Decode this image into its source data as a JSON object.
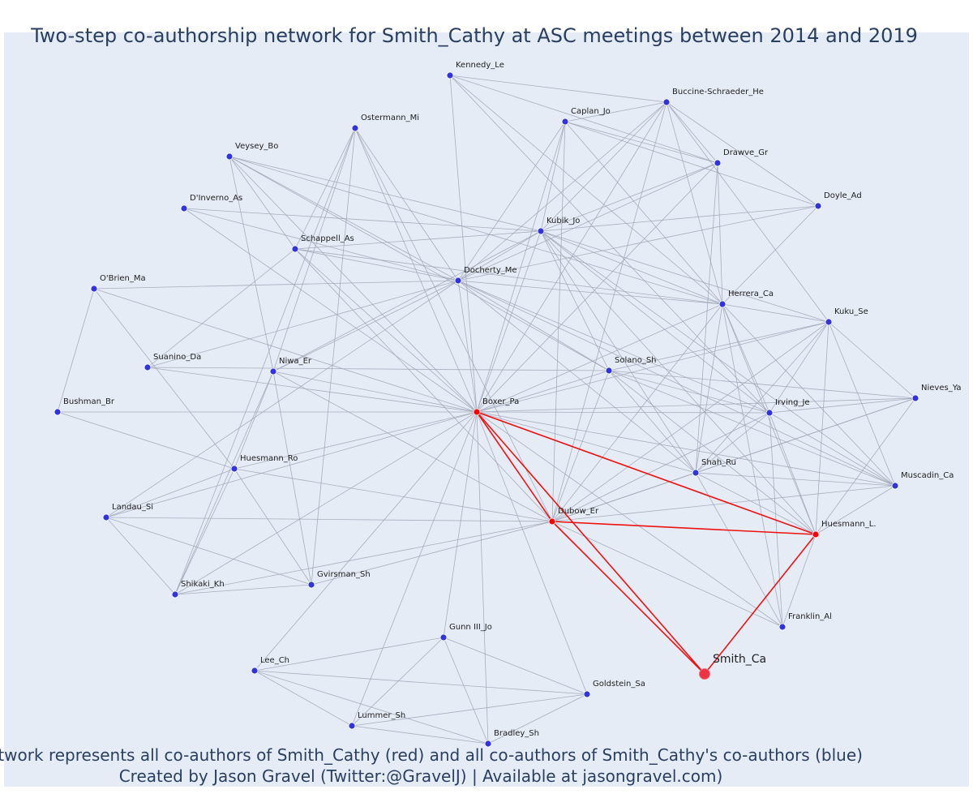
{
  "title": "Two-step co-authorship network for Smith_Cathy at ASC meetings between 2014 and 2019",
  "caption_lines": [
    "Network represents all co-authors of Smith_Cathy (red) and all co-authors of Smith_Cathy's co-authors (blue)",
    "Created by Jason Gravel (Twitter:@GravelJ) | Available at jasongravel.com)"
  ],
  "colors": {
    "coauthor_node": "#ff0000",
    "second_step_node": "#3333dd",
    "focus_node": "#ee3344",
    "coauthor_edge": "#ee1111",
    "other_edge": "#9da3b4"
  },
  "diagram": {
    "nodes": [
      {
        "id": "Kennedy_Le",
        "group": "second"
      },
      {
        "id": "Buccine-Schraeder_He",
        "group": "second"
      },
      {
        "id": "Caplan_Jo",
        "group": "second"
      },
      {
        "id": "Ostermann_Mi",
        "group": "second"
      },
      {
        "id": "Veysey_Bo",
        "group": "second"
      },
      {
        "id": "Drawve_Gr",
        "group": "second"
      },
      {
        "id": "D'Inverno_As",
        "group": "second"
      },
      {
        "id": "Doyle_Ad",
        "group": "second"
      },
      {
        "id": "Kubik_Jo",
        "group": "second"
      },
      {
        "id": "Schappell_As",
        "group": "second"
      },
      {
        "id": "Docherty_Me",
        "group": "second"
      },
      {
        "id": "O'Brien_Ma",
        "group": "second"
      },
      {
        "id": "Herrera_Ca",
        "group": "second"
      },
      {
        "id": "Kuku_Se",
        "group": "second"
      },
      {
        "id": "Suanino_Da",
        "group": "second"
      },
      {
        "id": "Niwa_Er",
        "group": "second"
      },
      {
        "id": "Solano_Sh",
        "group": "second"
      },
      {
        "id": "Nieves_Ya",
        "group": "second"
      },
      {
        "id": "Bushman_Br",
        "group": "second"
      },
      {
        "id": "Boxer_Pa",
        "group": "coauthor"
      },
      {
        "id": "Irving_Je",
        "group": "second"
      },
      {
        "id": "Huesmann_Ro",
        "group": "second"
      },
      {
        "id": "Shah_Ru",
        "group": "second"
      },
      {
        "id": "Muscadin_Ca",
        "group": "second"
      },
      {
        "id": "Landau_Si",
        "group": "second"
      },
      {
        "id": "Dubow_Er",
        "group": "coauthor"
      },
      {
        "id": "Huesmann_L.",
        "group": "coauthor"
      },
      {
        "id": "Shikaki_Kh",
        "group": "second"
      },
      {
        "id": "Gvirsman_Sh",
        "group": "second"
      },
      {
        "id": "Franklin_Al",
        "group": "second"
      },
      {
        "id": "Gunn III_Jo",
        "group": "second"
      },
      {
        "id": "Smith_Ca",
        "group": "focus"
      },
      {
        "id": "Lee_Ch",
        "group": "second"
      },
      {
        "id": "Goldstein_Sa",
        "group": "second"
      },
      {
        "id": "Lummer_Sh",
        "group": "second"
      },
      {
        "id": "Bradley_Sh",
        "group": "second"
      }
    ],
    "edges": [
      [
        "Smith_Ca",
        "Boxer_Pa"
      ],
      [
        "Smith_Ca",
        "Dubow_Er"
      ],
      [
        "Smith_Ca",
        "Huesmann_L."
      ],
      [
        "Boxer_Pa",
        "Dubow_Er"
      ],
      [
        "Boxer_Pa",
        "Huesmann_L."
      ],
      [
        "Dubow_Er",
        "Huesmann_L."
      ],
      [
        "Kennedy_Le",
        "Buccine-Schraeder_He"
      ],
      [
        "Kennedy_Le",
        "Drawve_Gr"
      ],
      [
        "Kennedy_Le",
        "Boxer_Pa"
      ],
      [
        "Kennedy_Le",
        "Herrera_Ca"
      ],
      [
        "Kennedy_Le",
        "Irving_Je"
      ],
      [
        "Buccine-Schraeder_He",
        "Boxer_Pa"
      ],
      [
        "Buccine-Schraeder_He",
        "Docherty_Me"
      ],
      [
        "Buccine-Schraeder_He",
        "Kubik_Jo"
      ],
      [
        "Buccine-Schraeder_He",
        "Herrera_Ca"
      ],
      [
        "Buccine-Schraeder_He",
        "Kuku_Se"
      ],
      [
        "Buccine-Schraeder_He",
        "Doyle_Ad"
      ],
      [
        "Buccine-Schraeder_He",
        "Drawve_Gr"
      ],
      [
        "Buccine-Schraeder_He",
        "Dubow_Er"
      ],
      [
        "Caplan_Jo",
        "Boxer_Pa"
      ],
      [
        "Caplan_Jo",
        "Docherty_Me"
      ],
      [
        "Caplan_Jo",
        "Drawve_Gr"
      ],
      [
        "Caplan_Jo",
        "Doyle_Ad"
      ],
      [
        "Caplan_Jo",
        "Herrera_Ca"
      ],
      [
        "Caplan_Jo",
        "Kubik_Jo"
      ],
      [
        "Caplan_Jo",
        "Buccine-Schraeder_He"
      ],
      [
        "Caplan_Jo",
        "Dubow_Er"
      ],
      [
        "Drawve_Gr",
        "Kubik_Jo"
      ],
      [
        "Drawve_Gr",
        "Docherty_Me"
      ],
      [
        "Drawve_Gr",
        "Boxer_Pa"
      ],
      [
        "Drawve_Gr",
        "Shah_Ru"
      ],
      [
        "Drawve_Gr",
        "Herrera_Ca"
      ],
      [
        "Doyle_Ad",
        "Kubik_Jo"
      ],
      [
        "Doyle_Ad",
        "Docherty_Me"
      ],
      [
        "Doyle_Ad",
        "Herrera_Ca"
      ],
      [
        "Ostermann_Mi",
        "Schappell_As"
      ],
      [
        "Ostermann_Mi",
        "Niwa_Er"
      ],
      [
        "Ostermann_Mi",
        "Boxer_Pa"
      ],
      [
        "Ostermann_Mi",
        "Docherty_Me"
      ],
      [
        "Ostermann_Mi",
        "Gvirsman_Sh"
      ],
      [
        "Ostermann_Mi",
        "Shikaki_Kh"
      ],
      [
        "Ostermann_Mi",
        "Dubow_Er"
      ],
      [
        "Veysey_Bo",
        "Schappell_As"
      ],
      [
        "Veysey_Bo",
        "Docherty_Me"
      ],
      [
        "Veysey_Bo",
        "Kubik_Jo"
      ],
      [
        "Veysey_Bo",
        "Boxer_Pa"
      ],
      [
        "Veysey_Bo",
        "Niwa_Er"
      ],
      [
        "Veysey_Bo",
        "Herrera_Ca"
      ],
      [
        "Veysey_Bo",
        "Solano_Sh"
      ],
      [
        "D'Inverno_As",
        "Kubik_Jo"
      ],
      [
        "D'Inverno_As",
        "Docherty_Me"
      ],
      [
        "D'Inverno_As",
        "Boxer_Pa"
      ],
      [
        "Schappell_As",
        "Kubik_Jo"
      ],
      [
        "Schappell_As",
        "Docherty_Me"
      ],
      [
        "Schappell_As",
        "Boxer_Pa"
      ],
      [
        "Schappell_As",
        "Suanino_Da"
      ],
      [
        "Schappell_As",
        "Herrera_Ca"
      ],
      [
        "Schappell_As",
        "Dubow_Er"
      ],
      [
        "Kubik_Jo",
        "Docherty_Me"
      ],
      [
        "Kubik_Jo",
        "Boxer_Pa"
      ],
      [
        "Kubik_Jo",
        "Herrera_Ca"
      ],
      [
        "Kubik_Jo",
        "Kuku_Se"
      ],
      [
        "Kubik_Jo",
        "Irving_Je"
      ],
      [
        "Kubik_Jo",
        "Shah_Ru"
      ],
      [
        "Kubik_Jo",
        "Solano_Sh"
      ],
      [
        "Kubik_Jo",
        "Huesmann_L."
      ],
      [
        "Kubik_Jo",
        "Niwa_Er"
      ],
      [
        "Kubik_Jo",
        "Muscadin_Ca"
      ],
      [
        "Docherty_Me",
        "O'Brien_Ma"
      ],
      [
        "Docherty_Me",
        "Niwa_Er"
      ],
      [
        "Docherty_Me",
        "Boxer_Pa"
      ],
      [
        "Docherty_Me",
        "Herrera_Ca"
      ],
      [
        "Docherty_Me",
        "Solano_Sh"
      ],
      [
        "Docherty_Me",
        "Shah_Ru"
      ],
      [
        "Docherty_Me",
        "Irving_Je"
      ],
      [
        "Docherty_Me",
        "Suanino_Da"
      ],
      [
        "Docherty_Me",
        "Landau_Si"
      ],
      [
        "Docherty_Me",
        "Muscadin_Ca"
      ],
      [
        "O'Brien_Ma",
        "Bushman_Br"
      ],
      [
        "O'Brien_Ma",
        "Boxer_Pa"
      ],
      [
        "O'Brien_Ma",
        "Huesmann_Ro"
      ],
      [
        "Herrera_Ca",
        "Kuku_Se"
      ],
      [
        "Herrera_Ca",
        "Irving_Je"
      ],
      [
        "Herrera_Ca",
        "Shah_Ru"
      ],
      [
        "Herrera_Ca",
        "Boxer_Pa"
      ],
      [
        "Herrera_Ca",
        "Muscadin_Ca"
      ],
      [
        "Herrera_Ca",
        "Huesmann_L."
      ],
      [
        "Herrera_Ca",
        "Dubow_Er"
      ],
      [
        "Herrera_Ca",
        "Franklin_Al"
      ],
      [
        "Kuku_Se",
        "Solano_Sh"
      ],
      [
        "Kuku_Se",
        "Irving_Je"
      ],
      [
        "Kuku_Se",
        "Shah_Ru"
      ],
      [
        "Kuku_Se",
        "Boxer_Pa"
      ],
      [
        "Kuku_Se",
        "Muscadin_Ca"
      ],
      [
        "Kuku_Se",
        "Nieves_Ya"
      ],
      [
        "Kuku_Se",
        "Huesmann_L."
      ],
      [
        "Kuku_Se",
        "Dubow_Er"
      ],
      [
        "Suanino_Da",
        "Solano_Sh"
      ],
      [
        "Suanino_Da",
        "Boxer_Pa"
      ],
      [
        "Niwa_Er",
        "Boxer_Pa"
      ],
      [
        "Niwa_Er",
        "Huesmann_Ro"
      ],
      [
        "Niwa_Er",
        "Shikaki_Kh"
      ],
      [
        "Niwa_Er",
        "Gvirsman_Sh"
      ],
      [
        "Niwa_Er",
        "Dubow_Er"
      ],
      [
        "Solano_Sh",
        "Boxer_Pa"
      ],
      [
        "Solano_Sh",
        "Irving_Je"
      ],
      [
        "Solano_Sh",
        "Shah_Ru"
      ],
      [
        "Solano_Sh",
        "Muscadin_Ca"
      ],
      [
        "Solano_Sh",
        "Nieves_Ya"
      ],
      [
        "Solano_Sh",
        "Huesmann_L."
      ],
      [
        "Solano_Sh",
        "Dubow_Er"
      ],
      [
        "Nieves_Ya",
        "Irving_Je"
      ],
      [
        "Nieves_Ya",
        "Shah_Ru"
      ],
      [
        "Nieves_Ya",
        "Boxer_Pa"
      ],
      [
        "Nieves_Ya",
        "Dubow_Er"
      ],
      [
        "Nieves_Ya",
        "Huesmann_L."
      ],
      [
        "Bushman_Br",
        "Boxer_Pa"
      ],
      [
        "Bushman_Br",
        "Huesmann_Ro"
      ],
      [
        "Boxer_Pa",
        "Irving_Je"
      ],
      [
        "Boxer_Pa",
        "Shah_Ru"
      ],
      [
        "Boxer_Pa",
        "Muscadin_Ca"
      ],
      [
        "Boxer_Pa",
        "Huesmann_Ro"
      ],
      [
        "Boxer_Pa",
        "Landau_Si"
      ],
      [
        "Boxer_Pa",
        "Shikaki_Kh"
      ],
      [
        "Boxer_Pa",
        "Gunn III_Jo"
      ],
      [
        "Boxer_Pa",
        "Lummer_Sh"
      ],
      [
        "Boxer_Pa",
        "Bradley_Sh"
      ],
      [
        "Boxer_Pa",
        "Goldstein_Sa"
      ],
      [
        "Boxer_Pa",
        "Franklin_Al"
      ],
      [
        "Boxer_Pa",
        "Lee_Ch"
      ],
      [
        "Irving_Je",
        "Shah_Ru"
      ],
      [
        "Irving_Je",
        "Muscadin_Ca"
      ],
      [
        "Irving_Je",
        "Huesmann_L."
      ],
      [
        "Irving_Je",
        "Franklin_Al"
      ],
      [
        "Irving_Je",
        "Dubow_Er"
      ],
      [
        "Shah_Ru",
        "Muscadin_Ca"
      ],
      [
        "Shah_Ru",
        "Huesmann_L."
      ],
      [
        "Shah_Ru",
        "Dubow_Er"
      ],
      [
        "Shah_Ru",
        "Franklin_Al"
      ],
      [
        "Muscadin_Ca",
        "Dubow_Er"
      ],
      [
        "Muscadin_Ca",
        "Huesmann_L."
      ],
      [
        "Huesmann_Ro",
        "Landau_Si"
      ],
      [
        "Huesmann_Ro",
        "Shikaki_Kh"
      ],
      [
        "Huesmann_Ro",
        "Gvirsman_Sh"
      ],
      [
        "Huesmann_Ro",
        "Dubow_Er"
      ],
      [
        "Landau_Si",
        "Shikaki_Kh"
      ],
      [
        "Landau_Si",
        "Gvirsman_Sh"
      ],
      [
        "Landau_Si",
        "Dubow_Er"
      ],
      [
        "Shikaki_Kh",
        "Gvirsman_Sh"
      ],
      [
        "Shikaki_Kh",
        "Dubow_Er"
      ],
      [
        "Gvirsman_Sh",
        "Dubow_Er"
      ],
      [
        "Dubow_Er",
        "Franklin_Al"
      ],
      [
        "Huesmann_L.",
        "Franklin_Al"
      ],
      [
        "Gunn III_Jo",
        "Lee_Ch"
      ],
      [
        "Gunn III_Jo",
        "Goldstein_Sa"
      ],
      [
        "Gunn III_Jo",
        "Lummer_Sh"
      ],
      [
        "Gunn III_Jo",
        "Bradley_Sh"
      ],
      [
        "Lee_Ch",
        "Goldstein_Sa"
      ],
      [
        "Lee_Ch",
        "Lummer_Sh"
      ],
      [
        "Lee_Ch",
        "Bradley_Sh"
      ],
      [
        "Goldstein_Sa",
        "Lummer_Sh"
      ],
      [
        "Goldstein_Sa",
        "Bradley_Sh"
      ],
      [
        "Lummer_Sh",
        "Bradley_Sh"
      ]
    ]
  }
}
